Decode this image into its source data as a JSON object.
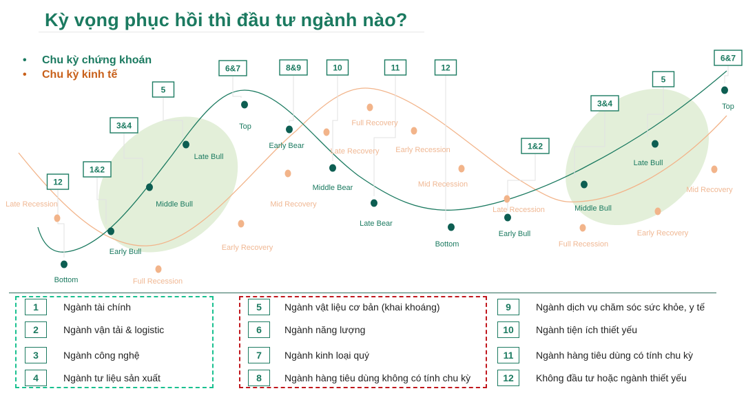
{
  "title": "Kỳ vọng phục hồi thì đầu tư ngành nào?",
  "legend": [
    {
      "label": "Chu kỳ chứng khoán",
      "color": "#1b7a60"
    },
    {
      "label": "Chu kỳ kinh tế",
      "color": "#c8601a"
    }
  ],
  "colors": {
    "stock": "#1b7a60",
    "stock_dot": "#0d5e52",
    "economy": "#f2b48a",
    "economy_label": "#f0b894",
    "ellipse": "#e3efd9",
    "green_group": "#18c08f",
    "red_group": "#c0161c"
  },
  "stock_stages": [
    "Bottom",
    "Early Bull",
    "Middle Bull",
    "Late Bull",
    "Top",
    "Early Bear",
    "Middle Bear",
    "Late Bear",
    "Bottom",
    "Early Bull",
    "Middle Bull",
    "Late Bull",
    "Top"
  ],
  "economy_stages": [
    "Late Recession",
    "Full Recession",
    "Early Recovery",
    "Mid Recovery",
    "Late Recovery",
    "Full Recovery",
    "Early Recession",
    "Mid Recession",
    "Late Recession",
    "Full Recession",
    "Early Recovery",
    "Mid Recovery"
  ],
  "badges": [
    "12",
    "1&2",
    "3&4",
    "5",
    "6&7",
    "8&9",
    "10",
    "11",
    "12",
    "1&2",
    "3&4",
    "5",
    "6&7"
  ],
  "sectors": [
    {
      "num": "1",
      "label": "Ngành tài chính"
    },
    {
      "num": "2",
      "label": "Ngành vận tải & logistic"
    },
    {
      "num": "3",
      "label": "Ngành công nghệ"
    },
    {
      "num": "4",
      "label": "Ngành tư liệu sản xuất"
    },
    {
      "num": "5",
      "label": "Ngành vật liệu cơ bản (khai khoáng)"
    },
    {
      "num": "6",
      "label": "Ngành năng lượng"
    },
    {
      "num": "7",
      "label": "Ngành kinh loại quý"
    },
    {
      "num": "8",
      "label": "Ngành hàng tiêu dùng không có tính chu kỳ"
    },
    {
      "num": "9",
      "label": "Ngành dịch vụ chăm sóc sức khỏe, y tế"
    },
    {
      "num": "10",
      "label": "Ngành tiện ích thiết yếu"
    },
    {
      "num": "11",
      "label": "Ngành hàng tiêu dùng có tính chu kỳ"
    },
    {
      "num": "12",
      "label": "Không đầu tư hoặc ngành thiết yếu"
    }
  ]
}
